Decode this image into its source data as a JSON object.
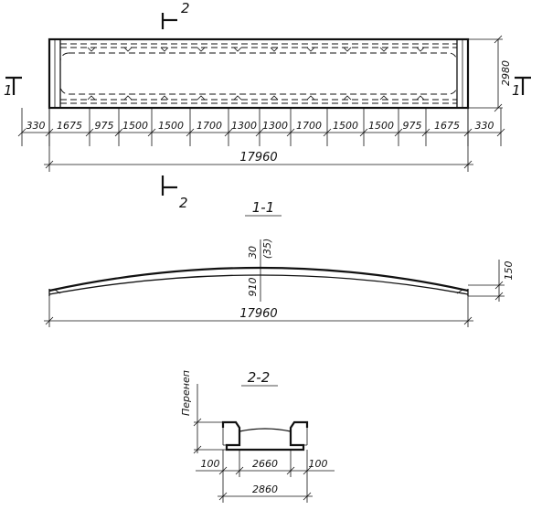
{
  "plan": {
    "section_mark_1": "1",
    "section_mark_2": "2",
    "height_dim": "2980",
    "spacing_dims": [
      "330",
      "1675",
      "975",
      "1500",
      "1500",
      "1700",
      "1300",
      "1300",
      "1700",
      "1500",
      "1500",
      "975",
      "1675",
      "330"
    ],
    "total_length": "17960"
  },
  "section_1": {
    "title": "1-1",
    "top_dim": "30",
    "top_dim_alt": "(35)",
    "rise_dim": "910",
    "end_dim": "150",
    "total_length": "17960"
  },
  "section_2": {
    "title": "2-2",
    "label_rotated": "Перенеп",
    "dim_left": "100",
    "dim_middle": "2660",
    "dim_right": "100",
    "dim_total": "2860"
  }
}
